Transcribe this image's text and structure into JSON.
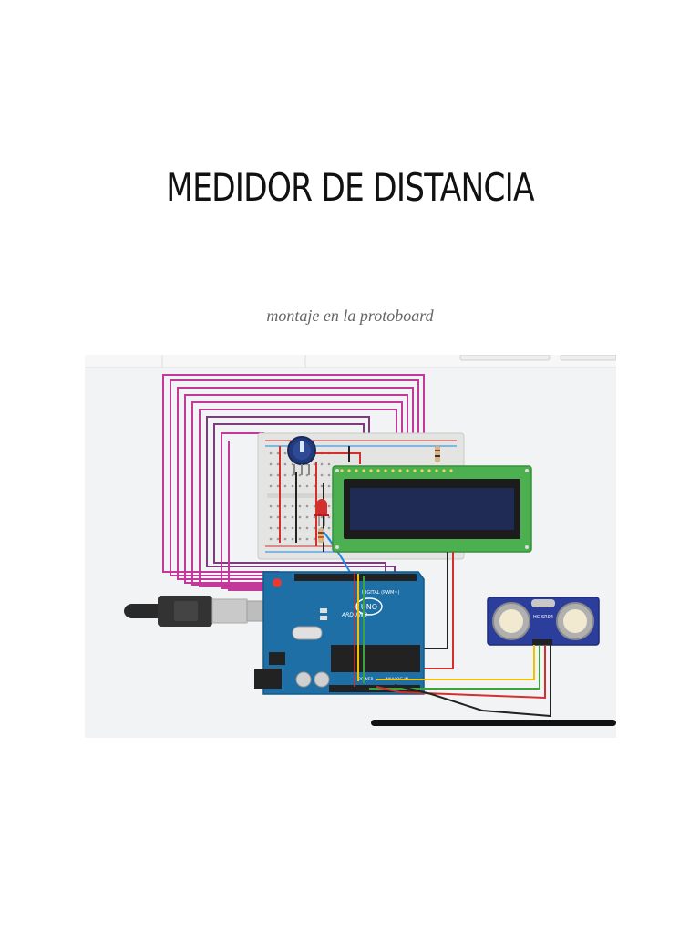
{
  "document": {
    "title": "MEDIDOR DE DISTANCIA",
    "caption": "montaje en la protoboard"
  },
  "figure": {
    "board_labels": {
      "arduino_brand": "ARDUINO",
      "arduino_model": "UNO",
      "digital_header": "DIGITAL (PWM~)",
      "power_header": "POWER",
      "analog_header": "ANALOG IN",
      "sensor_model": "HC-SR04"
    },
    "colors": {
      "canvas": "#f2f3f5",
      "breadboard": "#e4e4e2",
      "lcd_frame": "#4caf50",
      "lcd_screen": "#1f2a55",
      "arduino": "#1d6fa5",
      "sensor": "#2c3e9b",
      "wire_magenta": "#c2399a",
      "wire_purple": "#7b3d7a",
      "wire_red": "#d32f2f",
      "wire_yellow": "#f2c200",
      "wire_green": "#3aa63a",
      "wire_black": "#222222",
      "wire_blue": "#1e88e5"
    }
  }
}
